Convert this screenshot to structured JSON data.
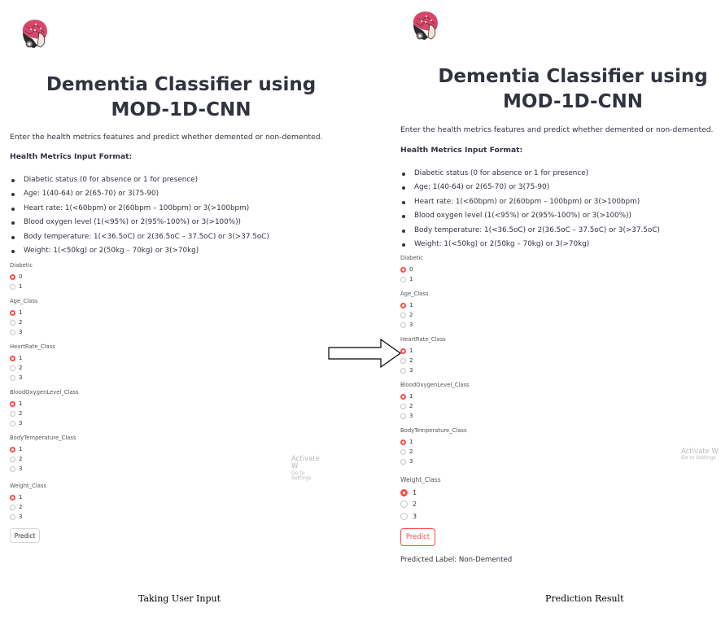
{
  "colors": {
    "accent": "#ff4b4b",
    "text": "#31333f",
    "watermark": "#b8b8b8"
  },
  "icons": {
    "logo": "brain-face-logo-icon",
    "arrow": "right-arrow-icon"
  },
  "panels": {
    "left": {
      "title_line1": "Dementia Classifier using",
      "title_line2": "MOD-1D-CNN",
      "intro": "Enter the health metrics features and predict whether demented or non-demented.",
      "format_heading": "Health Metrics Input Format:",
      "bullets": [
        "Diabetic status (0 for absence or 1 for presence)",
        "Age: 1(40-64) or 2(65-70) or 3(75-90)",
        "Heart rate: 1(<60bpm) or 2(60bpm – 100bpm) or 3(>100bpm)",
        "Blood oxygen level (1(<95%) or 2(95%-100%) or 3(>100%))",
        "Body temperature: 1(<36.5oC) or 2(36.5oC – 37.5oC) or 3(>37.5oC)",
        "Weight: 1(<50kg) or 2(50kg – 70kg) or 3(>70kg)"
      ],
      "groups": [
        {
          "label": "Diabetic",
          "options": [
            "0",
            "1"
          ],
          "selected": "0"
        },
        {
          "label": "Age_Class",
          "options": [
            "1",
            "2",
            "3"
          ],
          "selected": "1"
        },
        {
          "label": "HeartRate_Class",
          "options": [
            "1",
            "2",
            "3"
          ],
          "selected": "1"
        },
        {
          "label": "BloodOxygenLevel_Class",
          "options": [
            "1",
            "2",
            "3"
          ],
          "selected": "1"
        },
        {
          "label": "BodyTemperature_Class",
          "options": [
            "1",
            "2",
            "3"
          ],
          "selected": "1"
        },
        {
          "label": "Weight_Class",
          "options": [
            "1",
            "2",
            "3"
          ],
          "selected": "1"
        }
      ],
      "predict_label": "Predict",
      "watermark_line1": "Activate W",
      "watermark_line2": "Go to Settings"
    },
    "right": {
      "title_line1": "Dementia Classifier using",
      "title_line2": "MOD-1D-CNN",
      "intro": "Enter the health metrics features and predict whether demented or non-demented.",
      "format_heading": "Health Metrics Input Format:",
      "bullets": [
        "Diabetic status (0 for absence or 1 for presence)",
        "Age: 1(40-64) or 2(65-70) or 3(75-90)",
        "Heart rate: 1(<60bpm) or 2(60bpm – 100bpm) or 3(>100bpm)",
        "Blood oxygen level (1(<95%) or 2(95%-100%) or 3(>100%))",
        "Body temperature: 1(<36.5oC) or 2(36.5oC – 37.5oC) or 3(>37.5oC)",
        "Weight: 1(<50kg) or 2(50kg – 70kg) or 3(>70kg)"
      ],
      "groups": [
        {
          "label": "Diabetic",
          "options": [
            "0",
            "1"
          ],
          "selected": "0"
        },
        {
          "label": "Age_Class",
          "options": [
            "1",
            "2",
            "3"
          ],
          "selected": "1"
        },
        {
          "label": "HeartRate_Class",
          "options": [
            "1",
            "2",
            "3"
          ],
          "selected": "1"
        },
        {
          "label": "BloodOxygenLevel_Class",
          "options": [
            "1",
            "2",
            "3"
          ],
          "selected": "1"
        },
        {
          "label": "BodyTemperature_Class",
          "options": [
            "1",
            "2",
            "3"
          ],
          "selected": "1"
        },
        {
          "label": "Weight_Class",
          "options": [
            "1",
            "2",
            "3"
          ],
          "selected": "1"
        }
      ],
      "predict_label": "Predict",
      "result": "Predicted Label: Non-Demented",
      "watermark_line1": "Activate W",
      "watermark_line2": "Go to Settings"
    }
  },
  "captions": {
    "left": "Taking User Input",
    "right": "Prediction Result"
  }
}
